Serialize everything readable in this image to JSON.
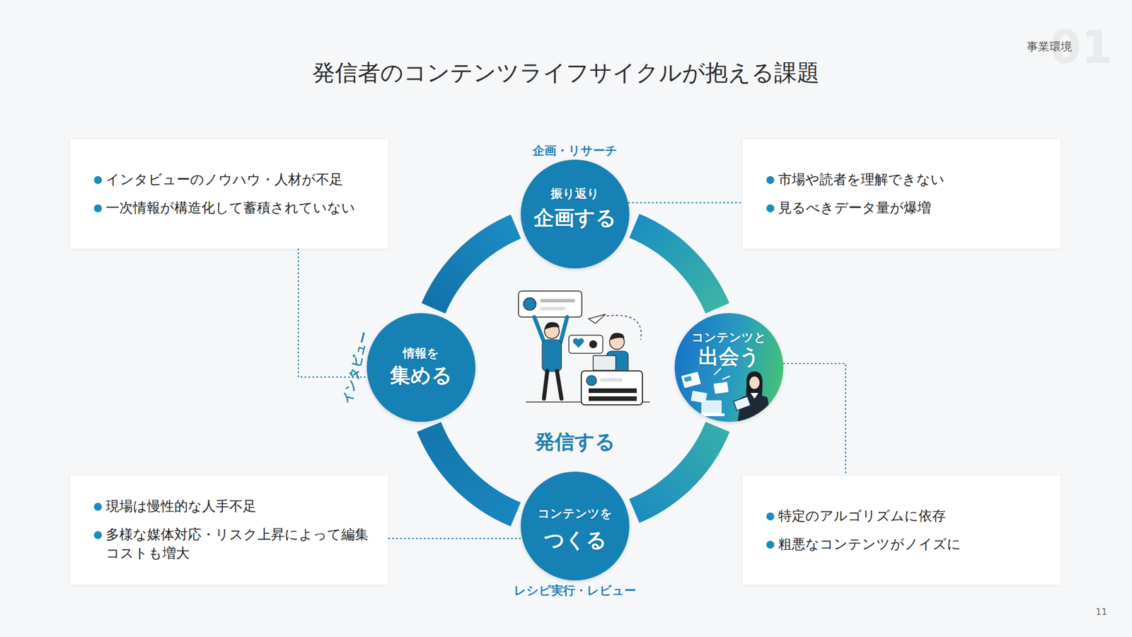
{
  "diagram": {
    "title": "発信者のコンテンツライフサイクルが抱える課題",
    "nodes": [
      {
        "text": [
          "インタビューのノウハウ・人材が不足",
          "一次情報が構造化して蓄積されていない"
        ]
      },
      {
        "text": [
          "振り返り",
          "企画する",
          "企画・リサーチ"
        ]
      },
      {
        "text": [
          "市場や読者を理解できない",
          "見るべきデータ量が爆増"
        ]
      },
      {
        "text": [
          "情報を",
          "集める",
          "インタビュー"
        ]
      },
      {
        "text": [
          "コンテンツと",
          "出会う"
        ]
      },
      {
        "text": [
          "現場は慢性的な人手不足",
          "多様な媒体対応・リスク上昇によって編集 コストも増大"
        ]
      },
      {
        "text": [
          "コンテンツを",
          "つくる",
          "レシピ実行・レビュー"
        ]
      },
      {
        "text": [
          "特定のアルゴリズムに依存",
          "粗悪なコンテンツがノイズに"
        ]
      }
    ],
    "edges": [
      {
        "from": 0,
        "to": 3,
        "arrow": "none"
      },
      {
        "from": 3,
        "to": 1,
        "arrow": "none"
      },
      {
        "from": 1,
        "to": 2,
        "arrow": "none"
      },
      {
        "from": 1,
        "to": 4,
        "arrow": "none"
      },
      {
        "from": 4,
        "to": 6,
        "arrow": "none"
      },
      {
        "from": 4,
        "to": 7,
        "arrow": "none"
      },
      {
        "from": 6,
        "to": 3,
        "arrow": "none"
      },
      {
        "from": 5,
        "to": 6,
        "arrow": "none"
      }
    ],
    "labels": [
      "発信する",
      "事業環境",
      "01",
      "11"
    ]
  }
}
